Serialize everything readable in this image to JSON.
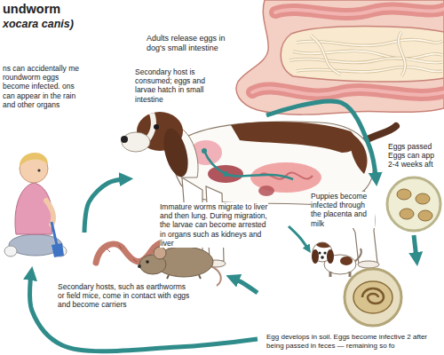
{
  "diagram": {
    "title": "undworm",
    "nodes": [
      {
        "text": [
          "Adults release eggs in dog's small intestine"
        ]
      },
      {
        "text": [
          "Immature worms migrate to liver and then lung. During migration, the larvae can become arrested in organs such as kidneys and liver"
        ]
      },
      {
        "text": [
          "Puppies become infected through the placenta and milk"
        ]
      },
      {
        "text": [
          "Eggs passed Eggs can app 2-4 weeks aft"
        ]
      },
      {
        "text": [
          "Egg develops in soil. Eggs become infective 2 after being passed in feces — remaining so fo"
        ]
      },
      {
        "text": [
          "Secondary hosts, such as earthworms or field mice, come in contact with eggs and become carriers"
        ]
      },
      {
        "text": [
          "ns can accidentally me roundworm eggs become infected. ons can appear in the rain and other organs"
        ]
      }
    ],
    "edges": [
      {
        "from": 1,
        "to": 2,
        "arrow": "to"
      },
      {
        "from": 1,
        "to": 3,
        "arrow": "to"
      },
      {
        "from": 3,
        "to": 4,
        "arrow": "to"
      },
      {
        "from": 4,
        "to": 5,
        "arrow": "to"
      },
      {
        "from": 4,
        "to": 6,
        "arrow": "to"
      },
      {
        "from": 5,
        "to": 1,
        "arrow": "to",
        "label": "Secondary host is consumed; eggs and larvae hatch in small intestine"
      }
    ],
    "labels": [
      "xocara canis)"
    ]
  }
}
